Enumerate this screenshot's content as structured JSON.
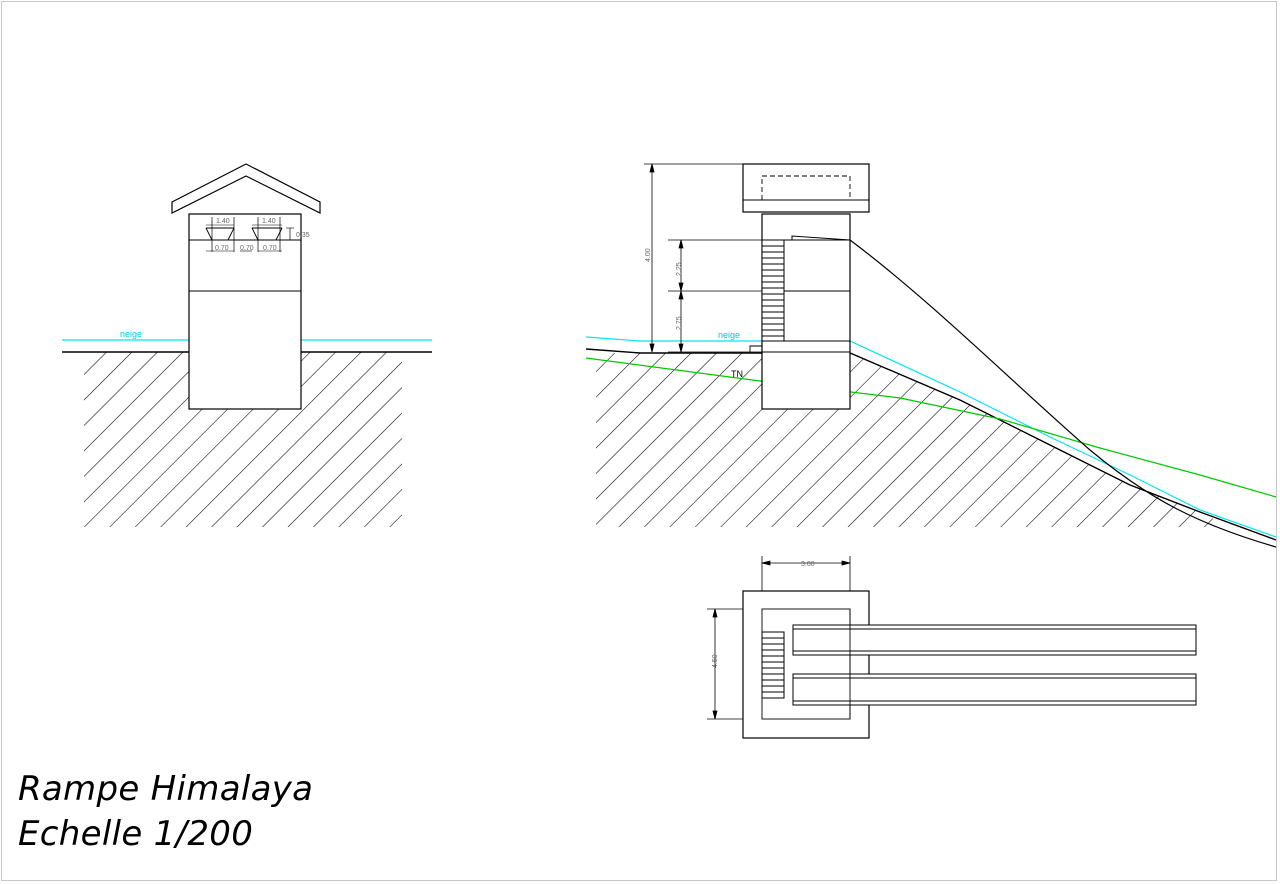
{
  "title": {
    "line1": "Rampe Himalaya",
    "line2": "Echelle 1/200"
  },
  "labels": {
    "snow": "neige",
    "terrain": "TN"
  },
  "front_view": {
    "dims": {
      "hut_width_left": "1.40",
      "hut_width_right": "1.40",
      "base_left": "0.70",
      "base_mid": "0.70",
      "base_right": "0.70",
      "step": "0.35"
    }
  },
  "side_view": {
    "dims": {
      "total_height": "4.00",
      "upper_level": "2.25",
      "lower_level": "2.75"
    }
  },
  "plan_view": {
    "dims": {
      "width": "3.00",
      "depth": "4.50"
    }
  },
  "colors": {
    "snow_line": "#00e5ee",
    "terrain_line": "#00c800",
    "linework": "#000000"
  }
}
